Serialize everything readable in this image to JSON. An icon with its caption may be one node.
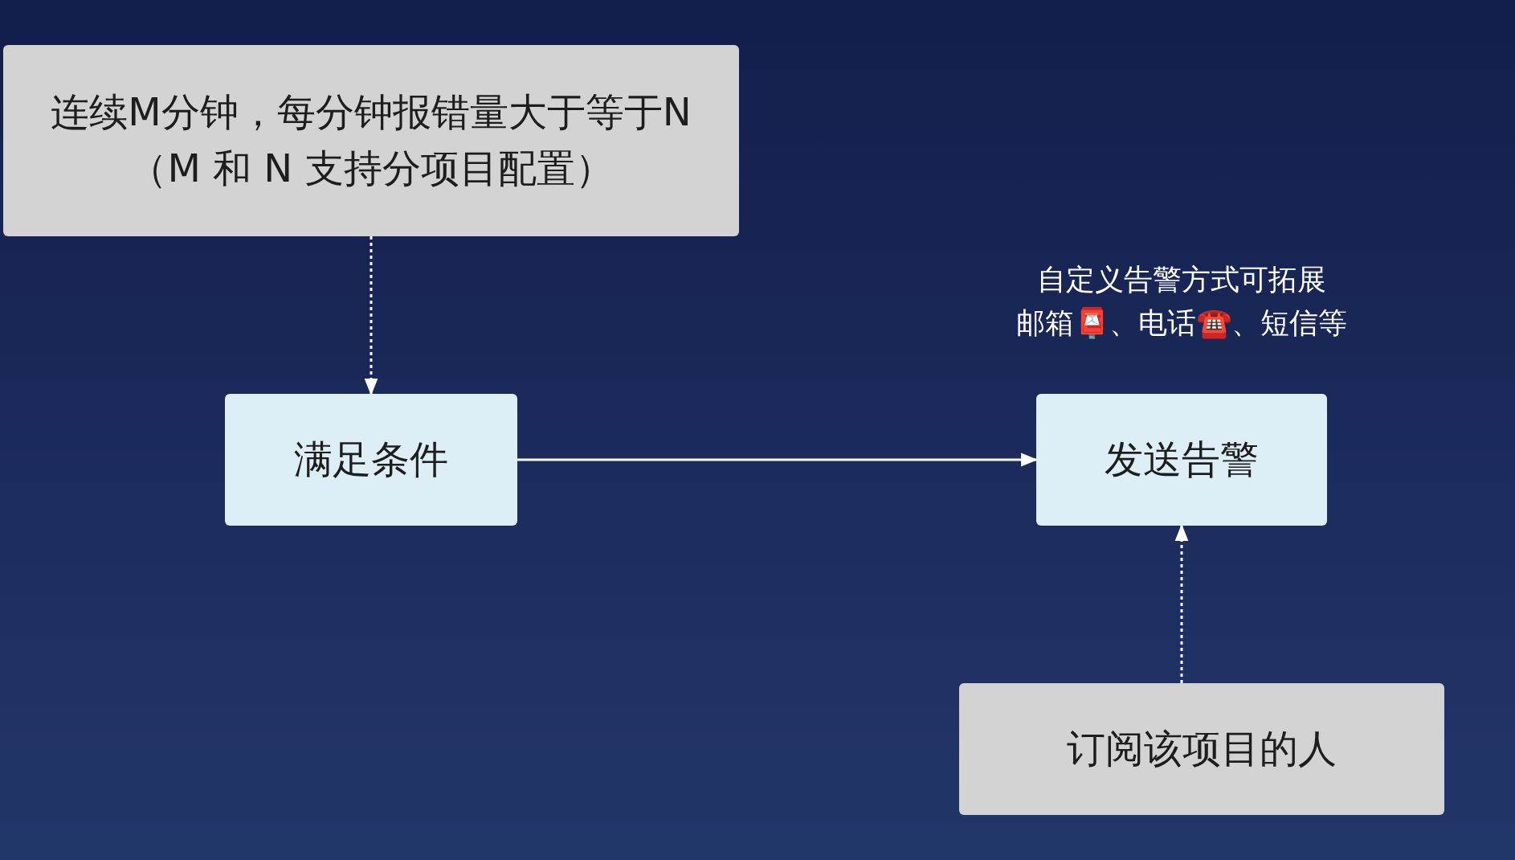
{
  "diagram": {
    "nodes": [
      {
        "text": [
          "连续M分钟，每分钟报错量大于等于N",
          "（M 和 N 支持分项目配置）"
        ]
      },
      {
        "text": [
          "满足条件"
        ]
      },
      {
        "text": [
          "发送告警"
        ],
        "beside": [
          "自定义告警方式可拓展",
          "邮箱📮、电话☎️、短信等"
        ]
      },
      {
        "text": [
          "订阅该项目的人"
        ]
      }
    ],
    "edges": [
      {
        "from": 0,
        "to": 1,
        "arrow": "to",
        "style": "dashed"
      },
      {
        "from": 1,
        "to": 2,
        "arrow": "to"
      },
      {
        "from": 3,
        "to": 2,
        "arrow": "to",
        "style": "dashed"
      }
    ]
  }
}
